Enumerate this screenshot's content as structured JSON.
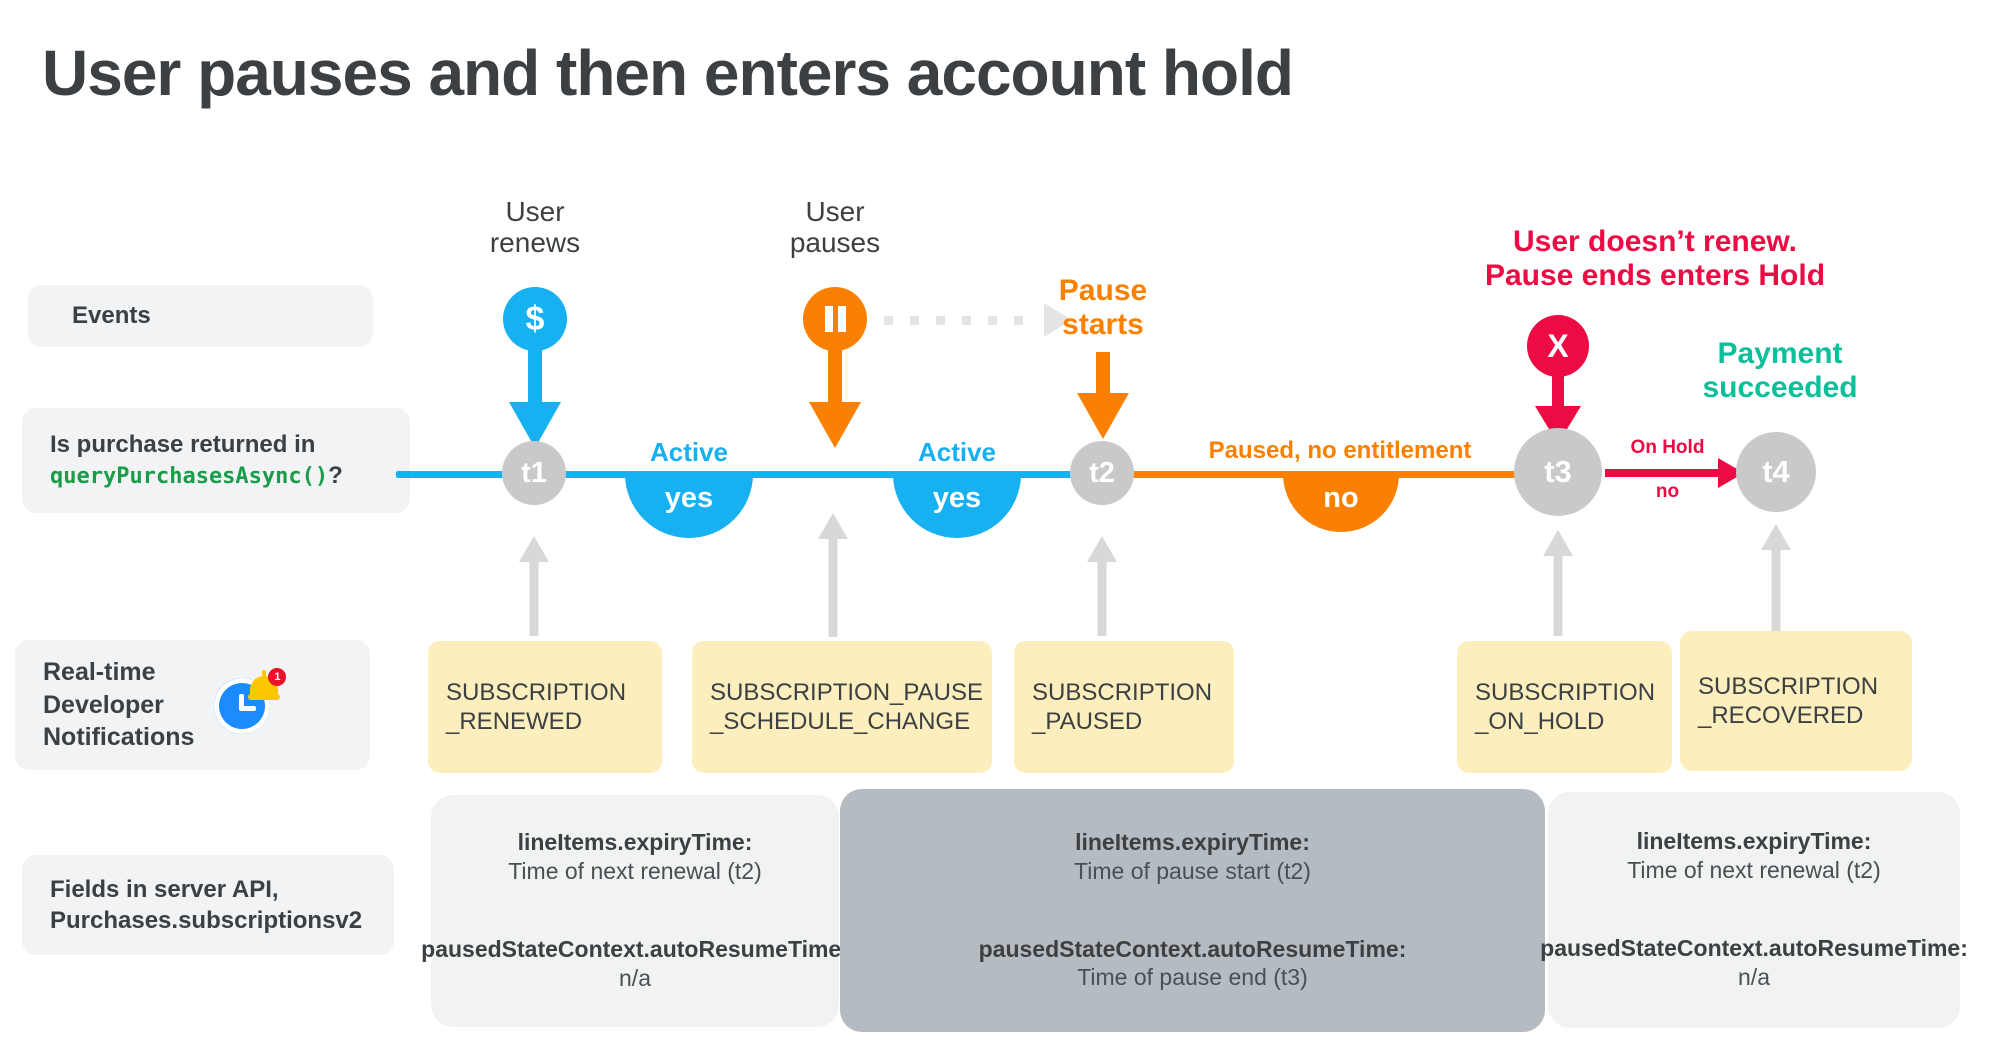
{
  "page_title": "User pauses and then enters account hold",
  "colors": {
    "blue": "#17b0f0",
    "orange": "#f98000",
    "red": "#ec0b43",
    "teal": "#0bbf9b",
    "green_code": "#1a9c4a",
    "gray_node": "#c9c9c9",
    "yellow_box": "#fdeebe",
    "panel_light": "#f1f2f2",
    "panel_dark": "#b5bcc1",
    "text": "#3c4043"
  },
  "rows": {
    "events": {
      "label": "Events"
    },
    "query": {
      "line1": "Is purchase returned in",
      "code": "queryPurchasesAsync()",
      "suffix": "?"
    },
    "rtdn": {
      "line1": "Real-time",
      "line2": "Developer",
      "line3": "Notifications",
      "icon": "clock-bell-icon",
      "badge": "1"
    },
    "fields": {
      "line1": "Fields in server API,",
      "line2": "Purchases.subscriptionsv2"
    }
  },
  "events": [
    {
      "name": "user-renews",
      "caption_line1": "User",
      "caption_line2": "renews",
      "glyph": "$",
      "color": "#17b0f0",
      "bold": false
    },
    {
      "name": "user-pauses",
      "caption_line1": "User",
      "caption_line2": "pauses",
      "glyph": "▐▌",
      "color": "#f98000",
      "bold": false
    },
    {
      "name": "pause-starts",
      "caption_line1": "Pause",
      "caption_line2": "starts",
      "glyph": "",
      "color": "#f98000",
      "bold": true
    },
    {
      "name": "user-doesnt-renew",
      "caption_line1": "User doesn’t renew.",
      "caption_line2": "Pause ends enters Hold",
      "glyph": "X",
      "color": "#ec0b43",
      "bold": true
    },
    {
      "name": "payment-succeeded",
      "caption_line1": "Payment",
      "caption_line2": "succeeded",
      "glyph": "",
      "color": "#0bbf9b",
      "bold": true
    }
  ],
  "timeline": {
    "nodes": [
      {
        "id": "t1",
        "label": "t1"
      },
      {
        "id": "t2",
        "label": "t2"
      },
      {
        "id": "t3",
        "label": "t3"
      },
      {
        "id": "t4",
        "label": "t4"
      }
    ],
    "segments": [
      {
        "name": "active-1",
        "label": "Active",
        "answer": "yes",
        "color": "#17b0f0"
      },
      {
        "name": "active-2",
        "label": "Active",
        "answer": "yes",
        "color": "#17b0f0"
      },
      {
        "name": "paused",
        "label": "Paused, no entitlement",
        "answer": "no",
        "color": "#f98000"
      },
      {
        "name": "on-hold",
        "label": "On Hold",
        "answer": "no",
        "color": "#ec0b43"
      }
    ]
  },
  "notifications": [
    {
      "name": "subscription-renewed",
      "line1": "SUBSCRIPTION",
      "line2": "_RENEWED"
    },
    {
      "name": "subscription-pause-schedule-change",
      "line1": "SUBSCRIPTION_PAUSE",
      "line2": "_SCHEDULE_CHANGE"
    },
    {
      "name": "subscription-paused",
      "line1": "SUBSCRIPTION",
      "line2": "_PAUSED"
    },
    {
      "name": "subscription-on-hold",
      "line1": "SUBSCRIPTION",
      "line2": "_ON_HOLD"
    },
    {
      "name": "subscription-recovered",
      "line1": "SUBSCRIPTION",
      "line2": "_RECOVERED"
    }
  ],
  "field_panels": [
    {
      "name": "fields-panel-active",
      "tone": "light",
      "key1": "lineItems.expiryTime:",
      "val1": "Time of next renewal (t2)",
      "key2": "pausedStateContext.autoResumeTime:",
      "val2": "n/a"
    },
    {
      "name": "fields-panel-paused",
      "tone": "dark",
      "key1": "lineItems.expiryTime:",
      "val1": "Time of pause start (t2)",
      "key2": "pausedStateContext.autoResumeTime:",
      "val2": "Time of pause end (t3)"
    },
    {
      "name": "fields-panel-recovered",
      "tone": "light",
      "key1": "lineItems.expiryTime:",
      "val1": "Time of next renewal (t2)",
      "key2": "pausedStateContext.autoResumeTime:",
      "val2": "n/a"
    }
  ]
}
